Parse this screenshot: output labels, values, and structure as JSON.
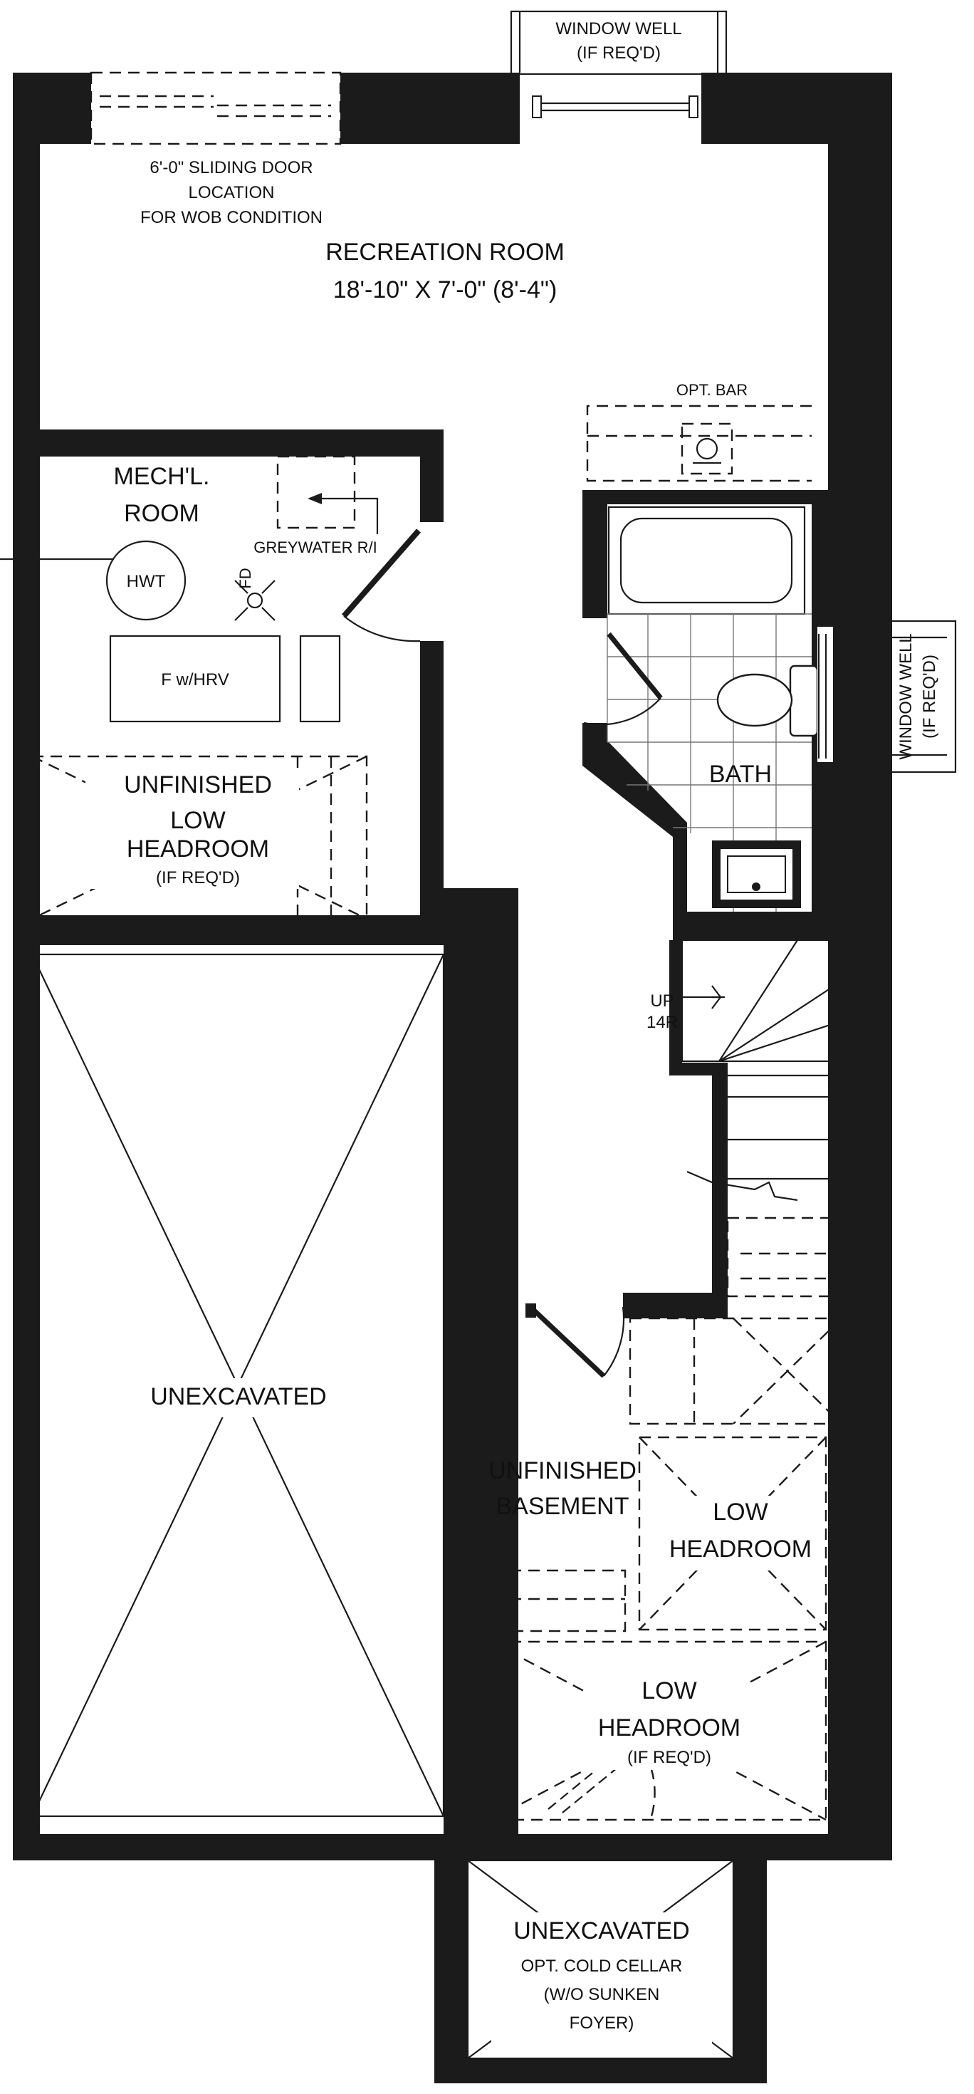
{
  "labels": {
    "window_well_top_1": "WINDOW WELL",
    "window_well_top_2": "(IF REQ'D)",
    "sliding_door_1": "6'-0\" SLIDING DOOR",
    "sliding_door_2": "LOCATION",
    "sliding_door_3": "FOR WOB CONDITION",
    "recreation_name": "RECREATION ROOM",
    "recreation_size": "18'-10\" X 7'-0\" (8'-4\")",
    "opt_bar": "OPT. BAR",
    "mech_1": "MECH'L.",
    "mech_2": "ROOM",
    "greywater": "GREYWATER R/I",
    "hwt": "HWT",
    "fd": "FD",
    "furnace": "F w/HRV",
    "unfinished_mech_1": "UNFINISHED",
    "unfinished_mech_2": "LOW",
    "unfinished_mech_3": "HEADROOM",
    "unfinished_mech_4": "(IF REQ'D)",
    "bath": "BATH",
    "window_well_right_1": "WINDOW WELL",
    "window_well_right_2": "(IF REQ'D)",
    "stair_up_1": "UP",
    "stair_up_2": "14R",
    "unexcavated": "UNEXCAVATED",
    "unfinished_basement_1": "UNFINISHED",
    "unfinished_basement_2": "BASEMENT",
    "low_headroom_1a": "LOW",
    "low_headroom_1b": "HEADROOM",
    "low_headroom_2a": "LOW",
    "low_headroom_2b": "HEADROOM",
    "low_headroom_2c": "(IF REQ'D)",
    "cold_cellar_1": "UNEXCAVATED",
    "cold_cellar_2": "OPT. COLD CELLAR",
    "cold_cellar_3": "(W/O SUNKEN",
    "cold_cellar_4": "FOYER)"
  },
  "colors": {
    "wall": "#1b1b1b",
    "background": "#ffffff",
    "line": "#1b1b1b"
  }
}
